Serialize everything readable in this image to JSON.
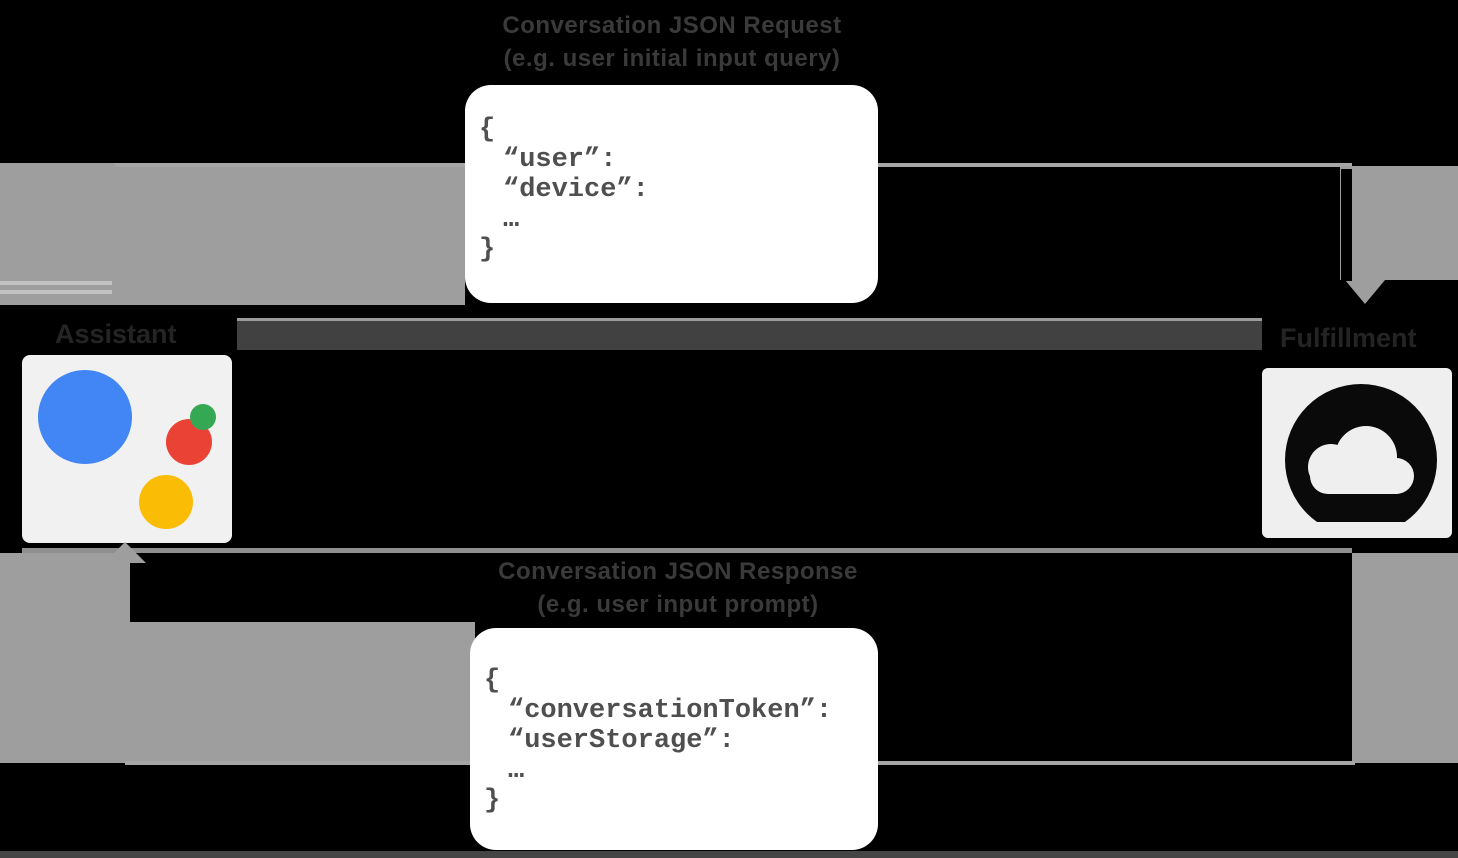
{
  "diagram": {
    "request": {
      "title": "Conversation JSON Request",
      "subtitle": "(e.g. user initial input query)",
      "code_lines": [
        "{",
        "“user”:",
        "“device”:",
        "…",
        "}"
      ]
    },
    "response": {
      "title": "Conversation JSON Response",
      "subtitle": "(e.g. user input prompt)",
      "code_lines": [
        "{",
        "“conversationToken”:",
        "“userStorage”:",
        "…",
        "}"
      ]
    },
    "nodes": {
      "assistant_label": "Assistant",
      "fulfillment_label": "Fulfillment"
    },
    "colors": {
      "assistant_blue": "#4285f4",
      "assistant_red": "#ea4335",
      "assistant_green": "#34a853",
      "assistant_yellow": "#fbbc05",
      "arrow_gray": "#9e9e9e",
      "code_box_bg": "#ffffff",
      "code_text": "#4f4f4f"
    }
  }
}
